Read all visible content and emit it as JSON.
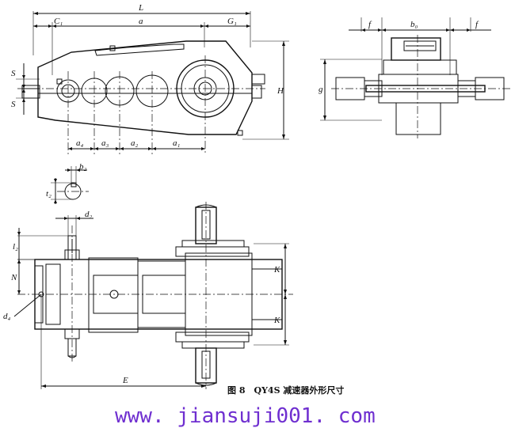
{
  "figure": {
    "caption": "图 8　QY4S 减速器外形尺寸",
    "watermark": "www. jiansuji001. com"
  },
  "dimensions": {
    "L": "L",
    "C1": "C₁",
    "a": "a",
    "G1": "G₁",
    "S_upper": "S",
    "S_lower": "S",
    "H": "H",
    "a4": "a₄",
    "a3": "a₃",
    "a2": "a₂",
    "a1": "a₁",
    "f_left": "f",
    "b0": "b₀",
    "f_right": "f",
    "g": "g",
    "b2": "b₂",
    "t2": "t₂",
    "d2": "d₂",
    "l2": "l₂",
    "N": "N",
    "d4": "d₄",
    "K_upper": "K",
    "K_lower": "K",
    "E": "E"
  },
  "colors": {
    "line": "#111111",
    "watermark": "#6f2fd0",
    "background": "#ffffff"
  }
}
